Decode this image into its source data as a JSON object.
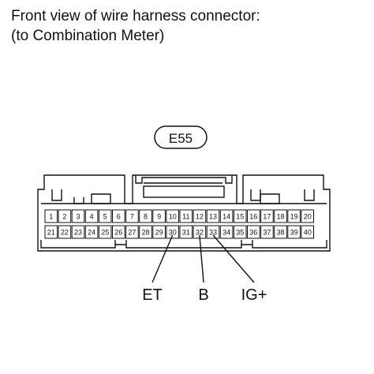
{
  "title": {
    "line1": "Front view of wire harness connector:",
    "line2": "(to Combination Meter)"
  },
  "connector": {
    "id": "E55",
    "pins_top": [
      "1",
      "2",
      "3",
      "4",
      "5",
      "6",
      "7",
      "8",
      "9",
      "10",
      "11",
      "12",
      "13",
      "14",
      "15",
      "16",
      "17",
      "18",
      "19",
      "20"
    ],
    "pins_bottom": [
      "21",
      "22",
      "23",
      "24",
      "25",
      "26",
      "27",
      "28",
      "29",
      "30",
      "31",
      "32",
      "33",
      "34",
      "35",
      "36",
      "37",
      "38",
      "39",
      "40"
    ]
  },
  "signals": [
    {
      "label": "ET",
      "pin": "30"
    },
    {
      "label": "B",
      "pin": "32"
    },
    {
      "label": "IG+",
      "pin": "33"
    }
  ]
}
